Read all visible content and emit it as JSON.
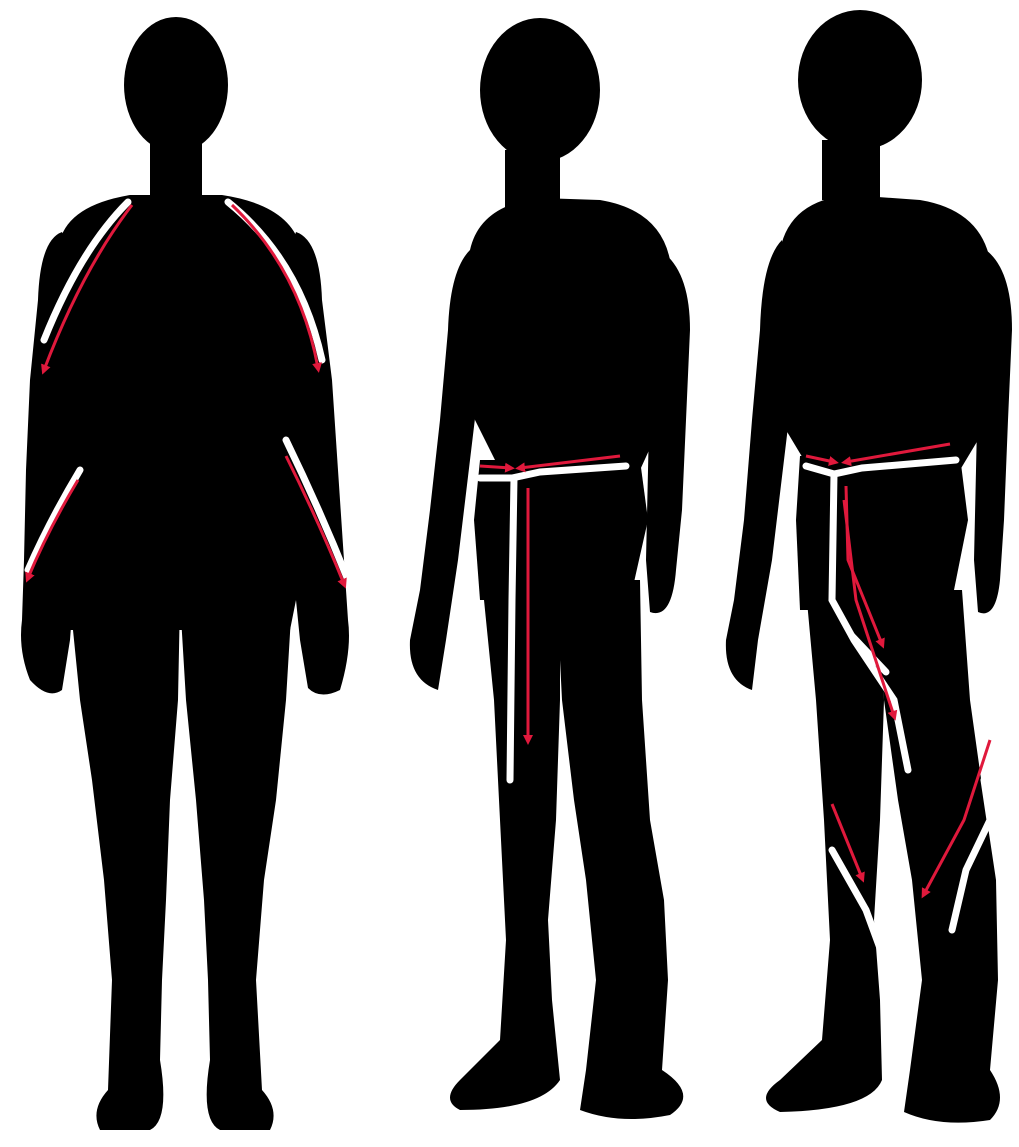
{
  "colors": {
    "background": "#ffffff",
    "suit": "#000000",
    "seam": "#ffffff",
    "arrow": "#e0193c"
  },
  "figures": [
    {
      "id": "figure-front",
      "view": "front",
      "seam_guides": [
        "left-upper-arm",
        "right-upper-arm",
        "left-forearm",
        "right-forearm"
      ]
    },
    {
      "id": "figure-three-quarter",
      "view": "three-quarter",
      "seam_guides": [
        "waist",
        "center-front-leg"
      ]
    },
    {
      "id": "figure-three-quarter-legs",
      "view": "three-quarter",
      "seam_guides": [
        "waist",
        "thigh",
        "shin",
        "calf"
      ]
    }
  ]
}
